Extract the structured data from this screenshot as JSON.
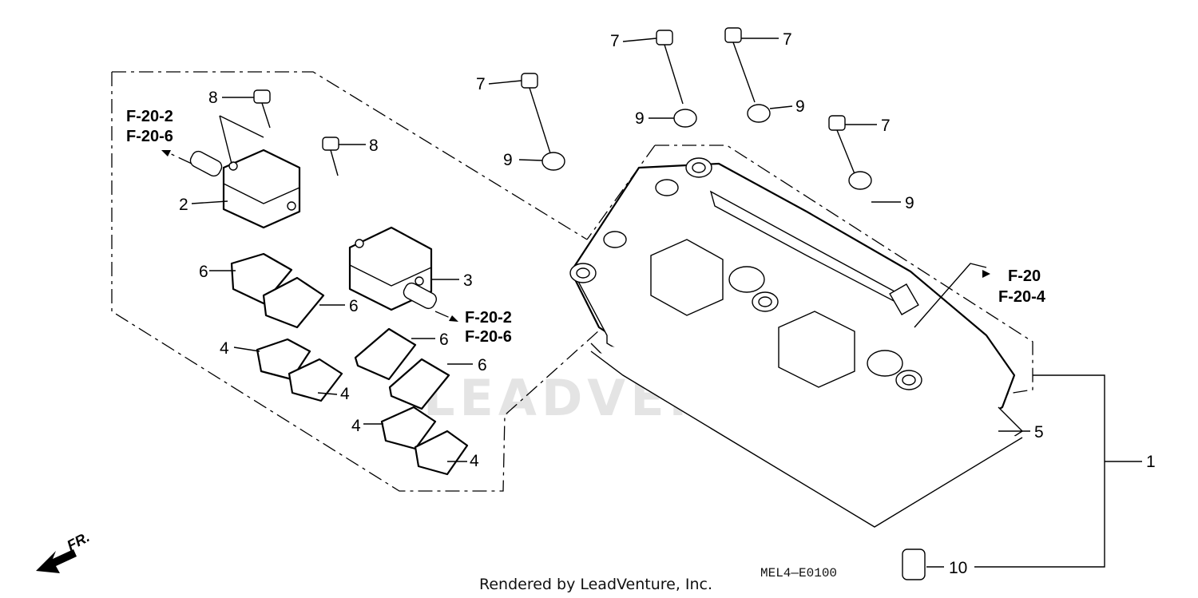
{
  "watermark": "LEADVENTURE",
  "part_numbers": {
    "cylinder_head_cover": "1",
    "reed_valve_cover_a": "2",
    "reed_valve_cover_b": "3",
    "reed_valve": "4",
    "head_cover_gasket": "5",
    "reed_valve_gasket": "6",
    "bolt_cover": "7",
    "bolt_flange": "8",
    "rubber_mount": "9",
    "dowel_pin": "10"
  },
  "references": {
    "left_top": [
      "F-20-2",
      "F-20-6"
    ],
    "center": [
      "F-20-2",
      "F-20-6"
    ],
    "right": [
      "F-20",
      "F-20-4"
    ]
  },
  "front_indicator": "FR.",
  "credit": "Rendered by LeadVenture, Inc.",
  "diagram_code": "MEL4—E0100",
  "colors": {
    "line": "#000000",
    "background": "#ffffff",
    "watermark": "#e4e4e4"
  }
}
